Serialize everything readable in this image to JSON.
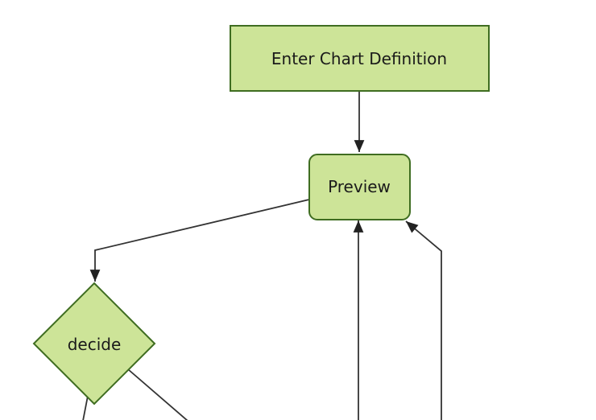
{
  "diagram": {
    "type": "flowchart",
    "direction": "top-down",
    "colors": {
      "background": "#ffffff",
      "node-fill": "#cde498",
      "node-border": "#3f6d21",
      "edge": "#333333",
      "arrow": "#222222",
      "text": "#1a1a1a"
    },
    "nodes": [
      {
        "id": "enter-chart-definition",
        "label": "Enter Chart Definition",
        "shape": "rectangle"
      },
      {
        "id": "preview",
        "label": "Preview",
        "shape": "rounded-rectangle"
      },
      {
        "id": "decide",
        "label": "decide",
        "shape": "diamond"
      }
    ],
    "edges": [
      {
        "from": "enter-chart-definition",
        "to": "preview",
        "arrow": true
      },
      {
        "from": "preview",
        "to": "decide",
        "arrow": true
      },
      {
        "from": "offscreen-bottom-center",
        "to": "preview",
        "arrow": true
      },
      {
        "from": "offscreen-bottom-right",
        "to": "preview",
        "arrow": true
      },
      {
        "from": "decide",
        "to": "offscreen-bottom-left",
        "arrow": false
      },
      {
        "from": "decide",
        "to": "offscreen-bottom-right",
        "arrow": false
      }
    ]
  }
}
